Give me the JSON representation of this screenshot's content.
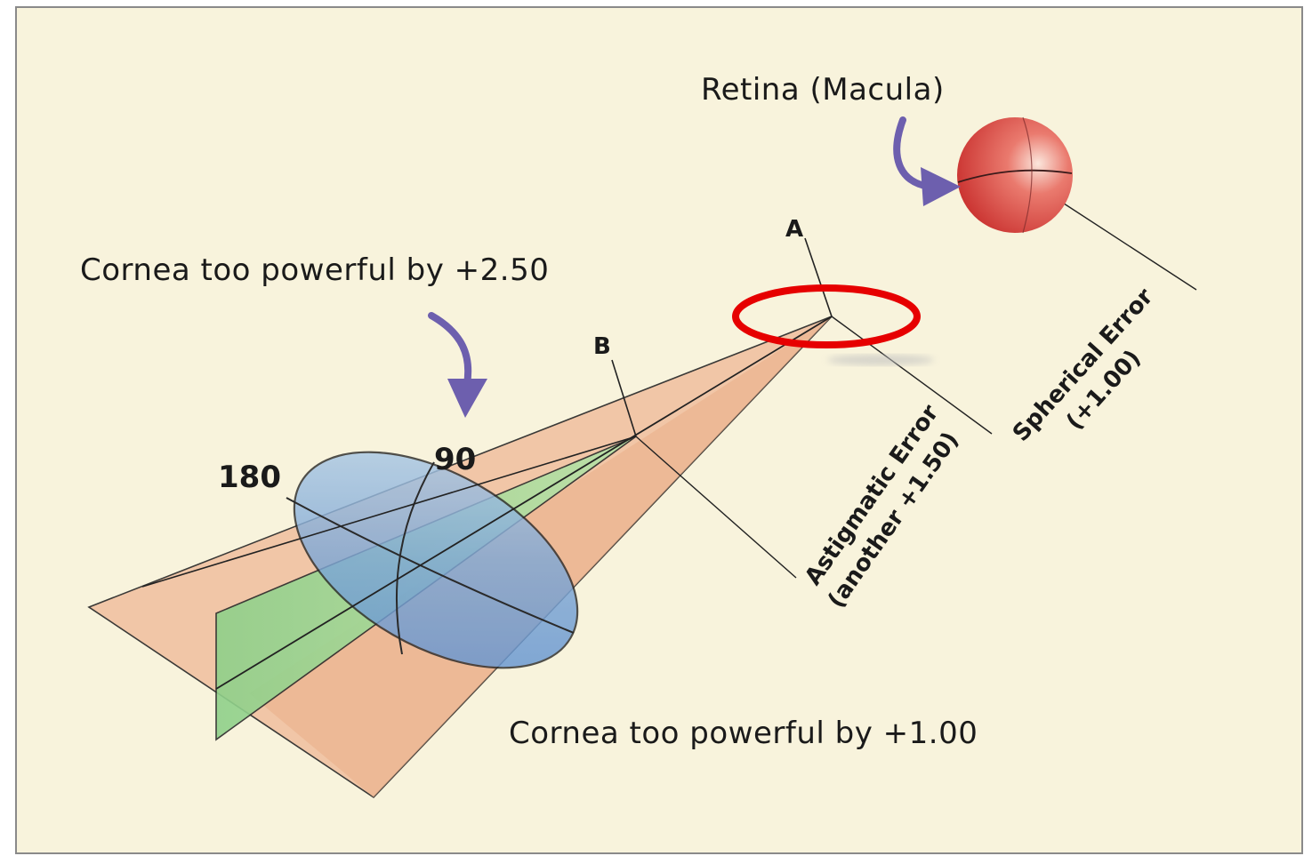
{
  "labels": {
    "retina": "Retina (Macula)",
    "cornea_top": "Cornea too powerful by +2.50",
    "cornea_bottom": "Cornea too powerful by +1.00",
    "axis_180": "180",
    "axis_90": "90",
    "point_a": "A",
    "point_b": "B",
    "spherical_line1": "Spherical  Error",
    "spherical_line2": "(+1.00)",
    "astigmatic_line1": "Astigmatic Error",
    "astigmatic_line2": "(another +1.50)"
  },
  "colors": {
    "background": "#f8f3dc",
    "frame": "#8a8a8a",
    "peach_plane": "#f0c09e",
    "green_plane": "#9fd79a",
    "lens": "#8fb7dd",
    "arrow": "#6d5fae",
    "retina": "#de4a4a",
    "highlight": "#e60000"
  }
}
